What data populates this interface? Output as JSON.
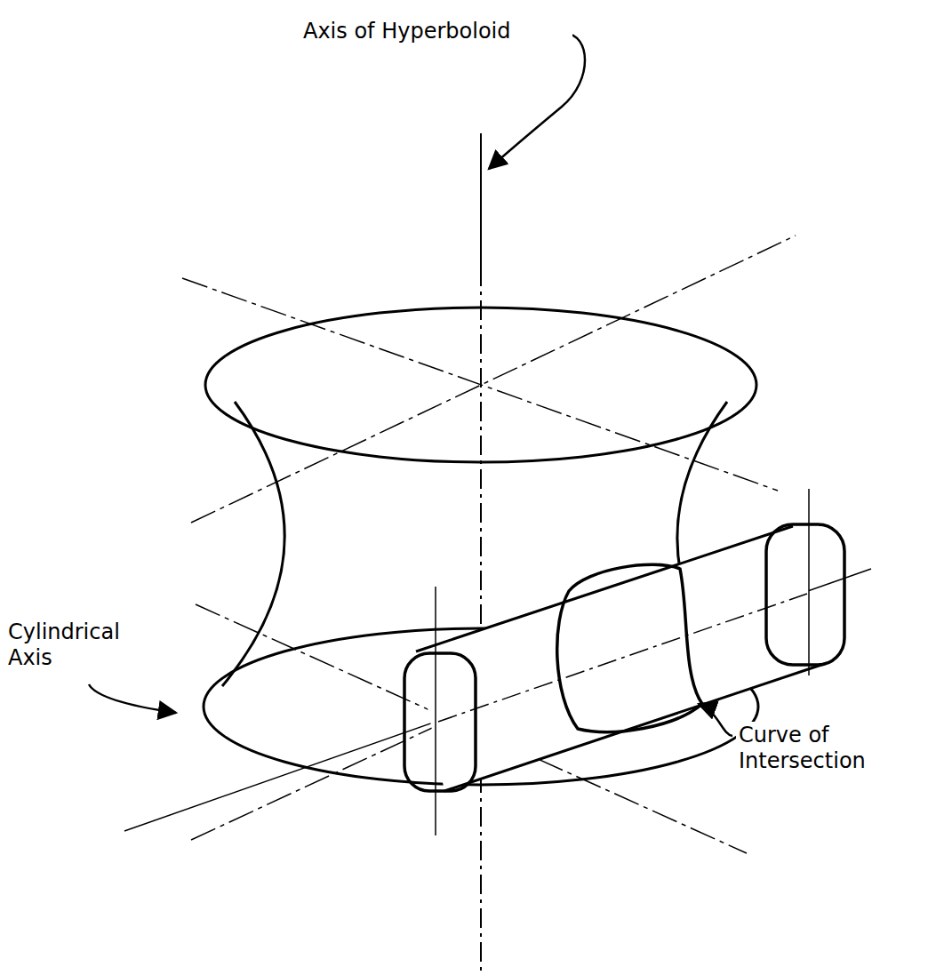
{
  "diagram": {
    "labels": [
      "Axis of Hyperboloid",
      "Cylindrical Axis",
      "Curve of Intersection"
    ]
  }
}
